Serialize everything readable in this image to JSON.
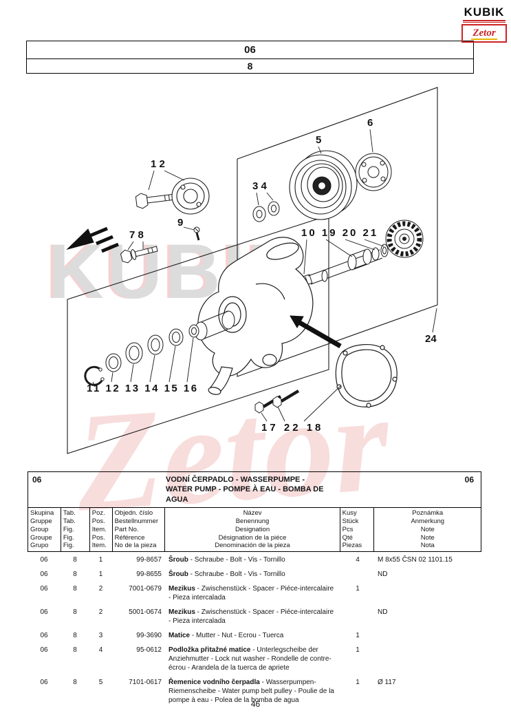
{
  "logos": {
    "kubik": "KUBIK",
    "zetor": "Zetor"
  },
  "colors": {
    "accent_red": "#cc2222",
    "logo_yellow": "#e8b400",
    "watermark_gray": "#dcdcdc",
    "watermark_red": "#e06868"
  },
  "header": {
    "group": "06",
    "tab": "8"
  },
  "watermark": {
    "kubik": "KUBIK",
    "zetor": "Zetor"
  },
  "callouts": [
    {
      "label": "1 2"
    },
    {
      "label": "3 4"
    },
    {
      "label": "5"
    },
    {
      "label": "6"
    },
    {
      "label": "7 8"
    },
    {
      "label": "9"
    },
    {
      "label": "10 19 20 21"
    },
    {
      "label": "11 12 13 14 15 16"
    },
    {
      "label": "17 22 18"
    },
    {
      "label": "24"
    }
  ],
  "table": {
    "section_left": "06",
    "section_right": "06",
    "title": "VODNÍ ČERPADLO - WASSERPUMPE - WATER PUMP - POMPE À EAU - BOMBA DE AGUA",
    "columns": {
      "group": [
        "Skupina",
        "Gruppe",
        "Group",
        "Groupe",
        "Grupo"
      ],
      "fig": [
        "Tab.",
        "Tab.",
        "Fig.",
        "Fig.",
        "Fig."
      ],
      "item": [
        "Poz.",
        "Pos.",
        "Item.",
        "Pos.",
        "Item."
      ],
      "part_no": [
        "Objedn. číslo",
        "Bestellnummer",
        "Part No.",
        "Référence",
        "No de la pieza"
      ],
      "name": [
        "Název",
        "Benennung",
        "Designation",
        "Désignation de la piéce",
        "Denominación de la pieza"
      ],
      "qty": [
        "Kusy",
        "Stück",
        "Pcs",
        "Qté",
        "Piezas"
      ],
      "note": [
        "Poznámka",
        "Anmerkung",
        "Note",
        "Note",
        "Nota"
      ]
    },
    "rows": [
      {
        "group": "06",
        "fig": "8",
        "item": "1",
        "part_no": "99-8657",
        "name_bold": "Šroub",
        "name_rest": " - Schraube - Bolt - Vis - Tornillo",
        "qty": "4",
        "note": "M 8x55 ČSN 02 1101.15"
      },
      {
        "group": "06",
        "fig": "8",
        "item": "1",
        "part_no": "99-8655",
        "name_bold": "Šroub",
        "name_rest": " - Schraube - Bolt - Vis - Tornillo",
        "qty": "",
        "note": "ND"
      },
      {
        "group": "06",
        "fig": "8",
        "item": "2",
        "part_no": "7001-0679",
        "name_bold": "Mezikus",
        "name_rest": " - Zwischenstück - Spacer - Piéce-intercalaire - Pieza intercalada",
        "qty": "1",
        "note": ""
      },
      {
        "group": "06",
        "fig": "8",
        "item": "2",
        "part_no": "5001-0674",
        "name_bold": "Mezikus",
        "name_rest": " - Zwischenstück - Spacer - Piéce-intercalaire - Pieza intercalada",
        "qty": "",
        "note": "ND"
      },
      {
        "group": "06",
        "fig": "8",
        "item": "3",
        "part_no": "99-3690",
        "name_bold": "Matice",
        "name_rest": " - Mutter - Nut - Ecrou - Tuerca",
        "qty": "1",
        "note": ""
      },
      {
        "group": "06",
        "fig": "8",
        "item": "4",
        "part_no": "95-0612",
        "name_bold": "Podložka přitažné matice",
        "name_rest": " - Unterlegscheibe der Anziehmutter - Lock nut washer - Rondelle de contre-écrou - Arandela de la tuerca de apriete",
        "qty": "1",
        "note": ""
      },
      {
        "group": "06",
        "fig": "8",
        "item": "5",
        "part_no": "7101-0617",
        "name_bold": "Řemenice vodního čerpadla",
        "name_rest": " - Wasserpumpen-Riemenscheibe - Water pump belt pulley - Poulie de la pompe à eau - Polea de la bomba de agua",
        "qty": "1",
        "note": "Ø 117"
      }
    ]
  },
  "page_number": "46"
}
